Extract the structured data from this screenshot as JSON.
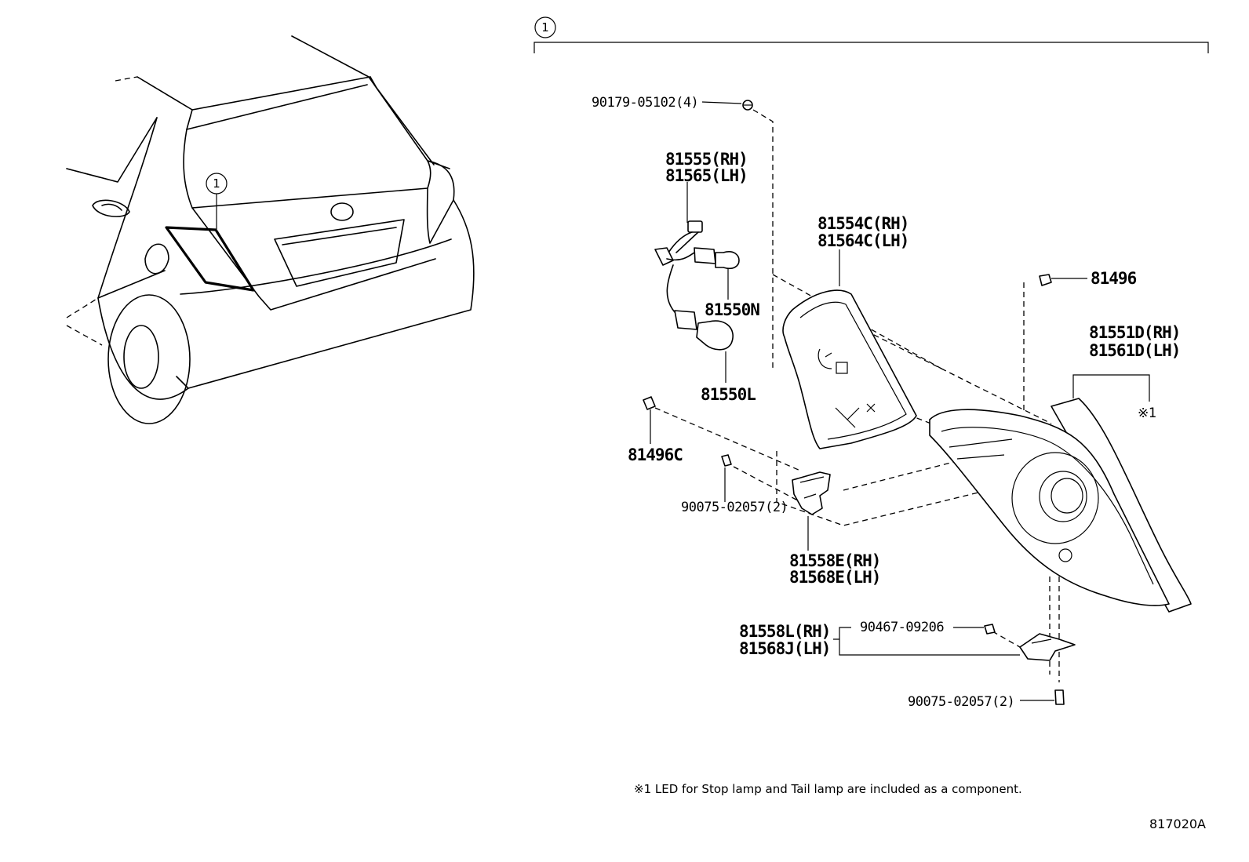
{
  "callouts": {
    "assembly_ref": "1",
    "remark_mark": "※1"
  },
  "parts": {
    "screw_upper": "90179-05102(4)",
    "socket_rh": "81555(RH)",
    "socket_lh": "81565(LH)",
    "bulb_n": "81550N",
    "bulb_l": "81550L",
    "housing_rh": "81554C(RH)",
    "housing_lh": "81564C(LH)",
    "clip_81496": "81496",
    "lens_rh": "81551D(RH)",
    "lens_lh": "81561D(LH)",
    "clip_81496c": "81496C",
    "screw_mid": "90075-02057(2)",
    "bracket_rh": "81558E(RH)",
    "bracket_lh": "81568E(LH)",
    "retainer_rh": "81558L(RH)",
    "retainer_lh": "81568J(LH)",
    "clip_90467": "90467-09206",
    "screw_lower": "90075-02057(2)"
  },
  "footnote": "※1 LED for Stop lamp and Tail lamp are included as a component.",
  "diagram_code": "817020A"
}
